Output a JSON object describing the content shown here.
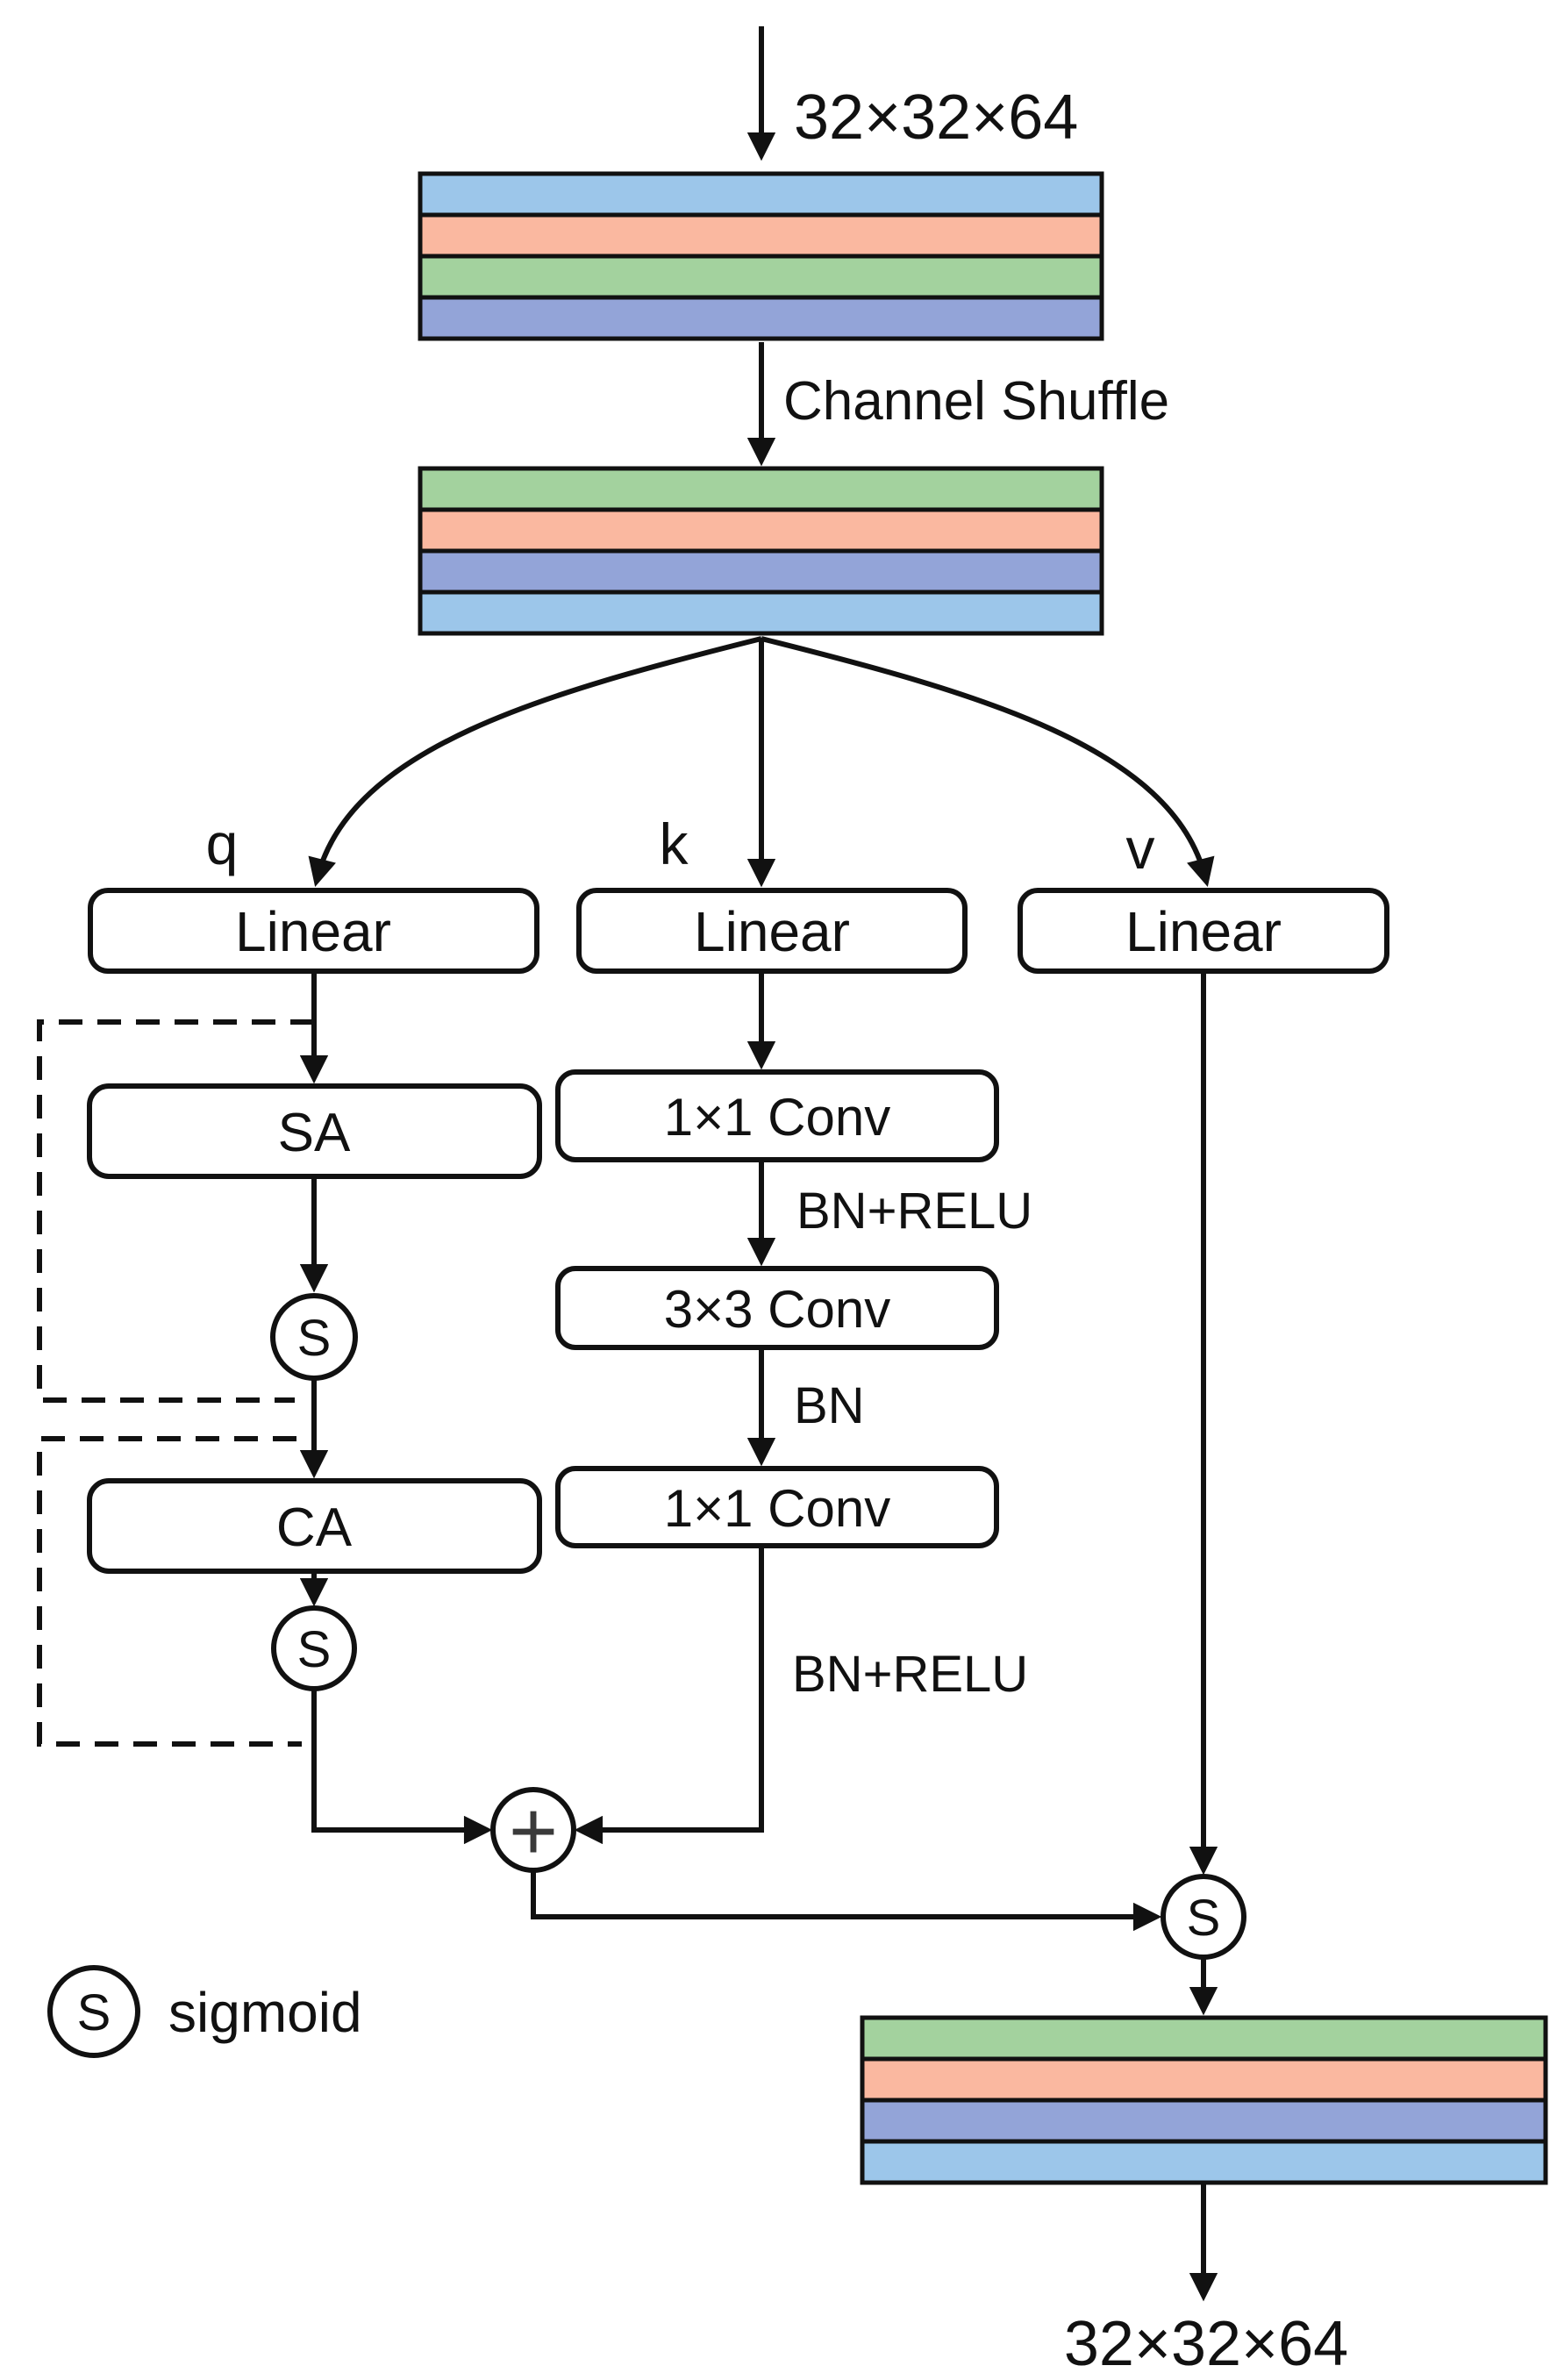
{
  "diagram": {
    "input_dims": "32×32×64",
    "output_dims": "32×32×64",
    "channel_shuffle_label": "Channel Shuffle",
    "branches": {
      "q": "q",
      "k": "k",
      "v": "v"
    },
    "boxes": {
      "linear": "Linear",
      "sa": "SA",
      "ca": "CA",
      "conv_1x1": "1×1 Conv",
      "conv_3x3": "3×3 Conv"
    },
    "edge_labels": {
      "bn_relu": "BN+RELU",
      "bn": "BN"
    },
    "operators": {
      "sigmoid_symbol": "S",
      "add_symbol": "+"
    },
    "legend": {
      "symbol": "S",
      "text": "sigmoid"
    }
  },
  "colors": {
    "bar_light_blue": "#9cc6ea",
    "bar_salmon": "#fab8a0",
    "bar_green": "#a3d29e",
    "bar_periwinkle": "#93a4d8",
    "line": "#111111",
    "box_fill": "#ffffff",
    "background": "#ffffff"
  },
  "stacks": {
    "input_order_top_to_bottom": [
      "light_blue",
      "salmon",
      "green",
      "periwinkle"
    ],
    "shuffled_order_top_to_bottom": [
      "green",
      "salmon",
      "periwinkle",
      "light_blue"
    ],
    "output_order_top_to_bottom": [
      "green",
      "salmon",
      "periwinkle",
      "light_blue"
    ]
  }
}
